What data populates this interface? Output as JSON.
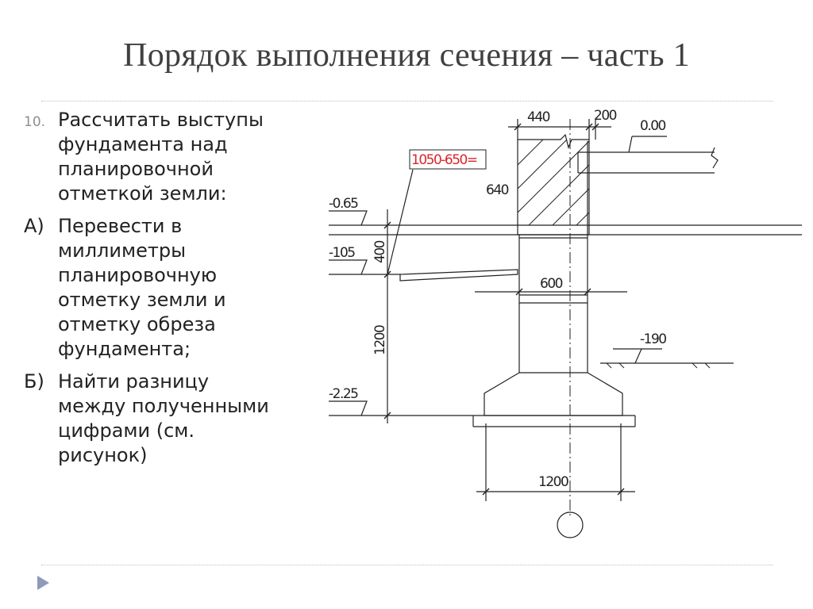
{
  "title": "Порядок выполнения сечения – часть 1",
  "list": [
    {
      "marker": "10.",
      "text": "Рассчитать выступы\nфундамента над\nпланировочной\nотметкой земли:"
    },
    {
      "marker": "А)",
      "text": "Перевести в\nмиллиметры\nпланировочную\nотметку земли и\nотметку обреза\nфундамента;"
    },
    {
      "marker": "Б)",
      "text": "Найти разницу\nмежду полученными\nцифрами (см.\nрисунок)"
    }
  ],
  "drawing": {
    "dim_width_wall": "440",
    "dim_offset": "200",
    "mark_floor": "0.00",
    "formula": "1050-650=",
    "dim_plinth": "640",
    "mark_ground": "-0.65",
    "mark_floor_slab": "-105",
    "dim_400": "400",
    "dim_600": "600",
    "dim_1200_vertical": "1200",
    "mark_190": "-190",
    "mark_225": "-2.25",
    "dim_1200_footing": "1200"
  },
  "nav": {
    "icon": "triangle-right-icon"
  },
  "colors": {
    "title": "#404040",
    "rule": "#b4c0cc",
    "formula": "#d9262b",
    "nav": "#8e9ab8"
  }
}
